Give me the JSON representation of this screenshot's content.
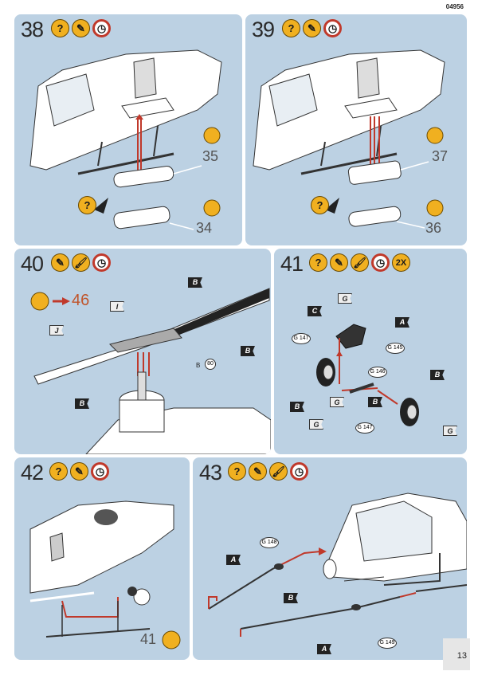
{
  "header": {
    "code": "04956"
  },
  "page_number": "13",
  "steps": [
    {
      "number": "38",
      "icons": [
        "question-icon",
        "glue-icon",
        "clock-icon"
      ],
      "parts": [
        {
          "label": "35"
        },
        {
          "label": "34"
        }
      ]
    },
    {
      "number": "39",
      "icons": [
        "question-icon",
        "glue-icon",
        "clock-icon"
      ],
      "parts": [
        {
          "label": "37"
        },
        {
          "label": "36"
        }
      ]
    },
    {
      "number": "40",
      "icons": [
        "glue-icon",
        "brush-icon",
        "clock-icon"
      ],
      "ref": "46",
      "flags": [
        "B",
        "I",
        "J",
        "B",
        "B"
      ],
      "circle": "80",
      "circle_prefix": "B"
    },
    {
      "number": "41",
      "icons": [
        "question-icon",
        "glue-icon",
        "brush-icon",
        "clock-icon",
        "2x-icon"
      ],
      "x2": "2X",
      "flags": [
        "C",
        "G",
        "A",
        "B",
        "B",
        "G",
        "G",
        "B",
        "G"
      ],
      "circles": [
        "G 147",
        "G 145",
        "G 146",
        "G 147"
      ]
    },
    {
      "number": "42",
      "icons": [
        "question-icon",
        "glue-icon",
        "clock-icon"
      ],
      "parts": [
        {
          "label": "41"
        }
      ]
    },
    {
      "number": "43",
      "icons": [
        "question-icon",
        "glue-icon",
        "brush-icon",
        "clock-icon"
      ],
      "flags": [
        "A",
        "B",
        "A"
      ],
      "circles": [
        "G 148",
        "G 149"
      ]
    }
  ],
  "colors": {
    "panel": "#bcd1e3",
    "badge": "#f0b020",
    "arrow": "#c0392b"
  }
}
